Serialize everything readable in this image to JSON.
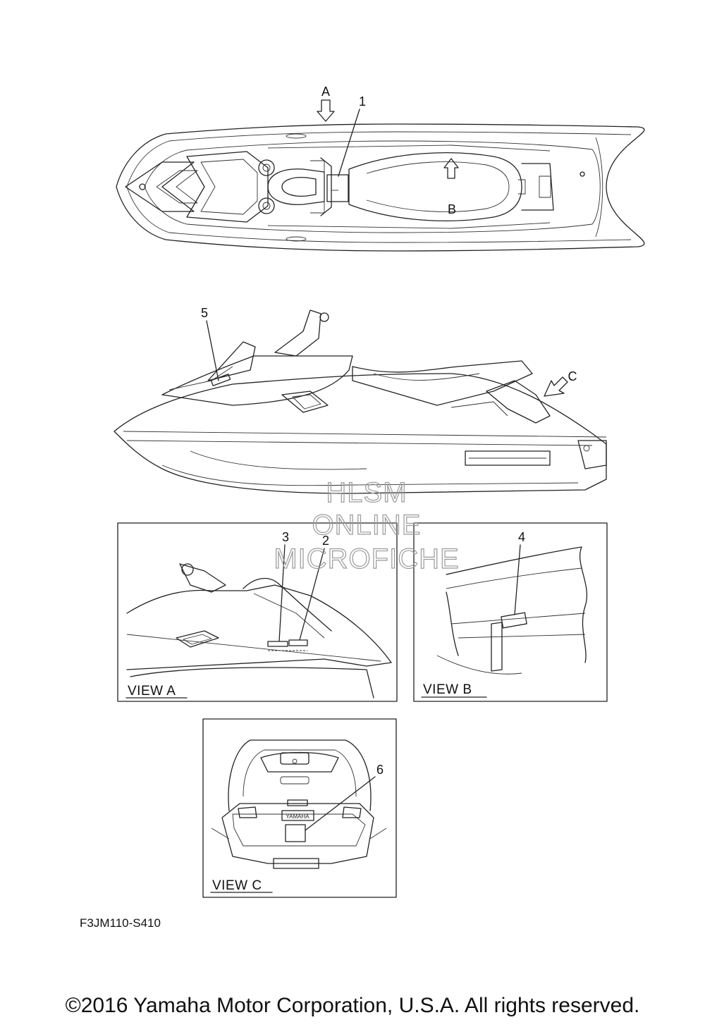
{
  "callouts": {
    "c1": "1",
    "c2": "2",
    "c3": "3",
    "c4": "4",
    "c5": "5",
    "c6": "6"
  },
  "view_markers": {
    "a": "A",
    "b": "B",
    "c": "C"
  },
  "views": {
    "view_a": "VIEW A",
    "view_b": "VIEW B",
    "view_c": "VIEW C"
  },
  "watermark": {
    "line1": "HLSM",
    "line2": "ONLINE",
    "line3": "MICROFICHE"
  },
  "badge_text": "YAMAHA",
  "part_code": "F3JM110-S410",
  "copyright": "©2016 Yamaha Motor Corporation, U.S.A. All rights reserved."
}
